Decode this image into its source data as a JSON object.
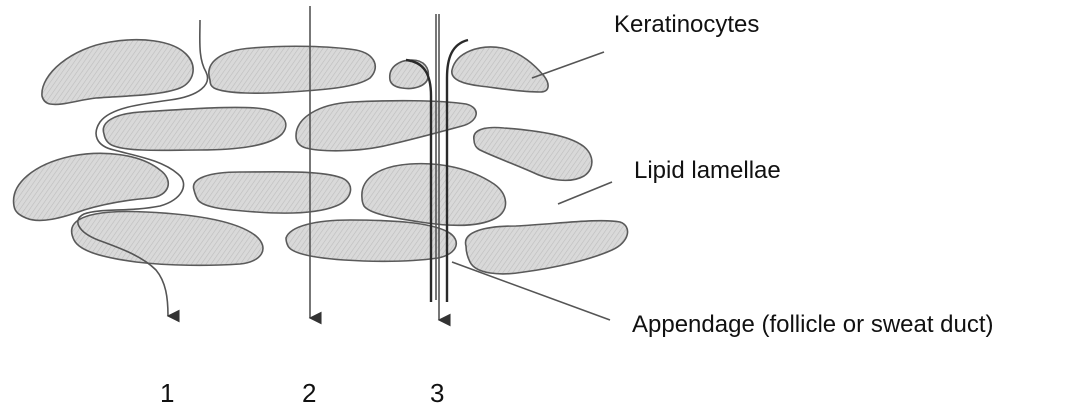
{
  "labels": {
    "keratinocytes": "Keratinocytes",
    "lipid_lamellae": "Lipid lamellae",
    "appendage": "Appendage (follicle or sweat duct)"
  },
  "pathways": [
    {
      "number": "1"
    },
    {
      "number": "2"
    },
    {
      "number": "3"
    }
  ],
  "colors": {
    "cell_fill": "#d7d7d7",
    "outline": "#5a5a5a",
    "text": "#111111"
  }
}
